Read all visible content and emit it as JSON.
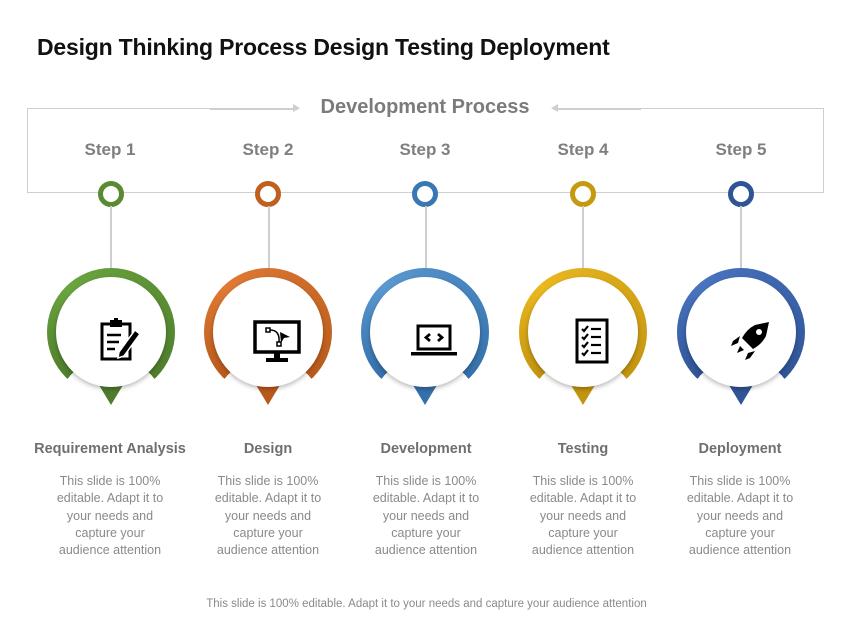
{
  "title": "Design Thinking Process Design Testing Deployment",
  "process_label": "Development Process",
  "steps": [
    {
      "step": "Step 1",
      "title": "Requirement Analysis",
      "desc": "This slide is 100% editable. Adapt it to your needs and capture your audience attention",
      "icon": "clipboard-edit-icon",
      "color": "#5a8a32",
      "ring": "#6aa53f",
      "ring_dark": "#4f7d2c"
    },
    {
      "step": "Step 2",
      "title": "Design",
      "desc": "This slide is 100% editable. Adapt it to your needs and capture your audience attention",
      "icon": "monitor-bezier-icon",
      "color": "#c0601f",
      "ring": "#e07a35",
      "ring_dark": "#b85a1c"
    },
    {
      "step": "Step 3",
      "title": "Development",
      "desc": "This slide is 100% editable. Adapt it to your needs and capture your audience attention",
      "icon": "laptop-code-icon",
      "color": "#3a78b4",
      "ring": "#5a98d0",
      "ring_dark": "#3470aa"
    },
    {
      "step": "Step 4",
      "title": "Testing",
      "desc": "This slide is 100% editable. Adapt it to your needs and capture your audience attention",
      "icon": "checklist-icon",
      "color": "#c49a10",
      "ring": "#eab820",
      "ring_dark": "#c39410"
    },
    {
      "step": "Step 5",
      "title": "Deployment",
      "desc": "This slide is 100% editable. Adapt it to your needs and capture your audience attention",
      "icon": "rocket-icon",
      "color": "#2f5597",
      "ring": "#4a74c0",
      "ring_dark": "#2f5597"
    }
  ],
  "footer": "This slide is 100% editable. Adapt it to your needs and capture your audience attention"
}
